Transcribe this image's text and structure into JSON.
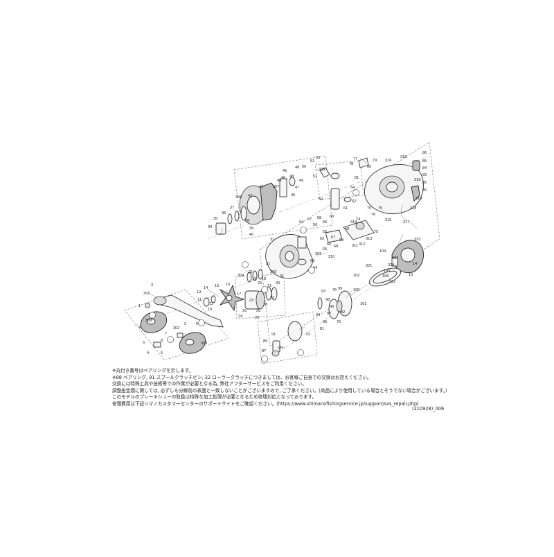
{
  "notes": {
    "line1": "※丸付き番号はベアリングを示します。",
    "line2": "※88 ベアリング, 91 スプールクラッチピン, 32 ローラークラッチにつきましては、お客様ご自身での交換はお控えください。",
    "line3": "交換には特殊工具や技術等での作業が必要となる為, 弊社アフターサービスをご利用ください。",
    "line4": "調整座金類に関しては, 必ずしも分解前の表面と一致しないことがございますので, ご了承ください。(商品により使用している場合とそうでない場合がございます。)",
    "line5": "このモデルのブレーキシューの取扱は特殊な加工処理が必要となるため修理対応となっております。",
    "line6": "修理費用は下記シマノカスタマーセンターのサポートサイトをご確認ください。(https://www.shimanofishingservice.jp/support/svs_repair.php)",
    "code": "(210928)_006"
  },
  "callouts": {
    "c1": "1",
    "c2": "2",
    "c3": "3",
    "c4": "4",
    "c5": "5",
    "c6": "6",
    "c7": "7",
    "c8": "8",
    "c10": "10",
    "c11": "11",
    "c12": "12",
    "c13": "13",
    "c14": "14",
    "c15": "15",
    "c16": "16",
    "c17": "17",
    "c18": "18",
    "c19": "19",
    "c20": "20",
    "c21": "21",
    "c22": "22",
    "c23": "23",
    "c24": "24",
    "c25": "25",
    "c26": "26",
    "c27": "27",
    "c28": "28",
    "c29": "29",
    "c30": "30",
    "c31": "31",
    "c32": "32",
    "c34": "34",
    "c35": "35",
    "c36": "36",
    "c37": "37",
    "c38": "38",
    "c39": "39",
    "c40": "40",
    "c42": "42",
    "c43": "43",
    "c44": "44",
    "c45": "45",
    "c46": "46",
    "c47": "47",
    "c48": "48",
    "c49": "49",
    "c50": "50",
    "c51": "51",
    "c52": "52",
    "c53": "53",
    "c54": "54",
    "c55": "55",
    "c56": "56",
    "c57": "57",
    "c58": "58",
    "c59": "59",
    "c60": "60",
    "c61": "61",
    "c62": "62",
    "c63": "63",
    "c64": "64",
    "c65": "65",
    "c66": "66",
    "c67": "67",
    "c68": "68",
    "c69": "69",
    "c74": "74",
    "c75": "75",
    "c76": "76",
    "c77": "77",
    "c78": "78",
    "c79": "79",
    "c80": "80",
    "c81": "81",
    "c82": "82",
    "c83": "83",
    "c84": "84",
    "c85": "85",
    "c86": "86",
    "c87": "87",
    "c88": "88",
    "c89": "89",
    "c90": "90",
    "c91": "91",
    "c92": "92",
    "c93": "93",
    "c94": "94",
    "c95": "95",
    "c96": "96",
    "c97": "97",
    "c98": "98",
    "c99": "99",
    "c100": "100",
    "c101": "101",
    "c102": "102",
    "c104": "104",
    "c105": "105",
    "c106": "106",
    "c107": "107",
    "c300": "300",
    "c301": "301",
    "c302": "302",
    "c303": "303",
    "c304": "304",
    "c305": "305",
    "c306": "306",
    "c307": "307",
    "c308": "308",
    "c309": "309",
    "c310": "310",
    "c311": "311",
    "c312": "312",
    "c313": "313",
    "c314": "314",
    "c315": "315",
    "c316": "316",
    "c317": "317",
    "c318": "318",
    "c319": "319",
    "c320": "320",
    "c321": "321",
    "c322": "322",
    "c323": "323",
    "c324": "324"
  }
}
